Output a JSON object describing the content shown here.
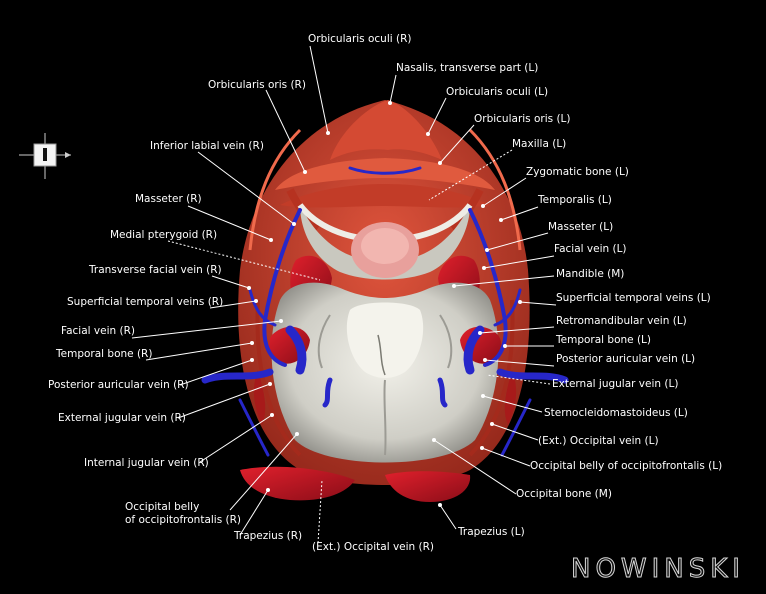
{
  "brand": {
    "name": "NOWINSKI"
  },
  "colors": {
    "background": "#000000",
    "muscle": "#c8412e",
    "vein": "#2a2ad0",
    "bone": "#d9d8d0",
    "label_line": "#ffffff"
  },
  "labels": [
    {
      "id": "orbicularis-oculi-r",
      "text": "Orbicularis oculi (R)"
    },
    {
      "id": "nasalis-transverse-l",
      "text": "Nasalis, transverse part (L)"
    },
    {
      "id": "orbicularis-oris-r",
      "text": "Orbicularis oris (R)"
    },
    {
      "id": "orbicularis-oculi-l",
      "text": "Orbicularis oculi (L)"
    },
    {
      "id": "orbicularis-oris-l",
      "text": "Orbicularis oris (L)"
    },
    {
      "id": "inferior-labial-vein-r",
      "text": "Inferior labial vein (R)"
    },
    {
      "id": "maxilla-l",
      "text": "Maxilla (L)"
    },
    {
      "id": "zygomatic-bone-l",
      "text": "Zygomatic bone (L)"
    },
    {
      "id": "masseter-r",
      "text": "Masseter (R)"
    },
    {
      "id": "temporalis-l",
      "text": "Temporalis (L)"
    },
    {
      "id": "medial-pterygoid-r",
      "text": "Medial pterygoid (R)"
    },
    {
      "id": "masseter-l",
      "text": "Masseter (L)"
    },
    {
      "id": "facial-vein-l",
      "text": "Facial vein (L)"
    },
    {
      "id": "transverse-facial-vein-r",
      "text": "Transverse facial vein (R)"
    },
    {
      "id": "mandible-m",
      "text": "Mandible (M)"
    },
    {
      "id": "superficial-temporal-veins-r",
      "text": "Superficial temporal veins (R)"
    },
    {
      "id": "superficial-temporal-veins-l",
      "text": "Superficial temporal veins (L)"
    },
    {
      "id": "retromandibular-vein-l",
      "text": "Retromandibular vein (L)"
    },
    {
      "id": "facial-vein-r",
      "text": "Facial vein (R)"
    },
    {
      "id": "temporal-bone-l",
      "text": "Temporal bone (L)"
    },
    {
      "id": "temporal-bone-r",
      "text": "Temporal bone (R)"
    },
    {
      "id": "posterior-auricular-vein-l",
      "text": "Posterior auricular vein (L)"
    },
    {
      "id": "posterior-auricular-vein-r",
      "text": "Posterior auricular vein (R)"
    },
    {
      "id": "external-jugular-vein-l",
      "text": "External jugular vein (L)"
    },
    {
      "id": "external-jugular-vein-r",
      "text": "External jugular vein (R)"
    },
    {
      "id": "sternocleidomastoideus-l",
      "text": "Sternocleidomastoideus (L)"
    },
    {
      "id": "ext-occipital-vein-l",
      "text": "(Ext.) Occipital vein (L)"
    },
    {
      "id": "internal-jugular-vein-r",
      "text": "Internal jugular vein (R)"
    },
    {
      "id": "occipital-belly-l",
      "text": "Occipital belly of occipitofrontalis (L)"
    },
    {
      "id": "occipital-bone-m",
      "text": "Occipital bone (M)"
    },
    {
      "id": "occipital-belly-r-1",
      "text": "Occipital belly"
    },
    {
      "id": "occipital-belly-r-2",
      "text": "of occipitofrontalis (R)"
    },
    {
      "id": "trapezius-l",
      "text": "Trapezius (L)"
    },
    {
      "id": "trapezius-r",
      "text": "Trapezius (R)"
    },
    {
      "id": "ext-occipital-vein-r",
      "text": "(Ext.) Occipital vein (R)"
    }
  ]
}
